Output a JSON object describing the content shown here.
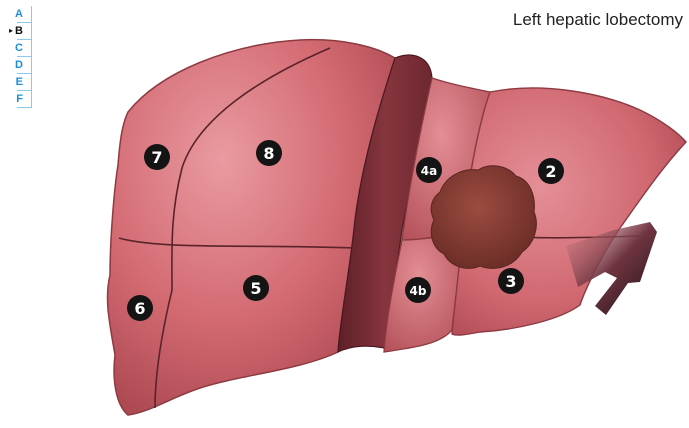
{
  "title": "Left hepatic lobectomy",
  "tabs": [
    {
      "letter": "A",
      "active": false
    },
    {
      "letter": "B",
      "active": true
    },
    {
      "letter": "C",
      "active": false
    },
    {
      "letter": "D",
      "active": false
    },
    {
      "letter": "E",
      "active": false
    },
    {
      "letter": "F",
      "active": false
    }
  ],
  "active_marker": "▸",
  "segments": {
    "s7": "7",
    "s8": "8",
    "s6": "6",
    "s5": "5",
    "s4a": "4a",
    "s4b": "4b",
    "s2": "2",
    "s3": "3"
  },
  "colors": {
    "liver": "#c9585f",
    "liver_highlight": "#e59098",
    "cut_surface": "#7a2d34",
    "tumor": "#7e3a32",
    "arrow": "#3a1f26",
    "tab_text": "#1a8fd8",
    "tab_border": "#8cc8ea"
  },
  "icons": [
    "resection-arrow-icon",
    "tumor-mass-icon"
  ]
}
